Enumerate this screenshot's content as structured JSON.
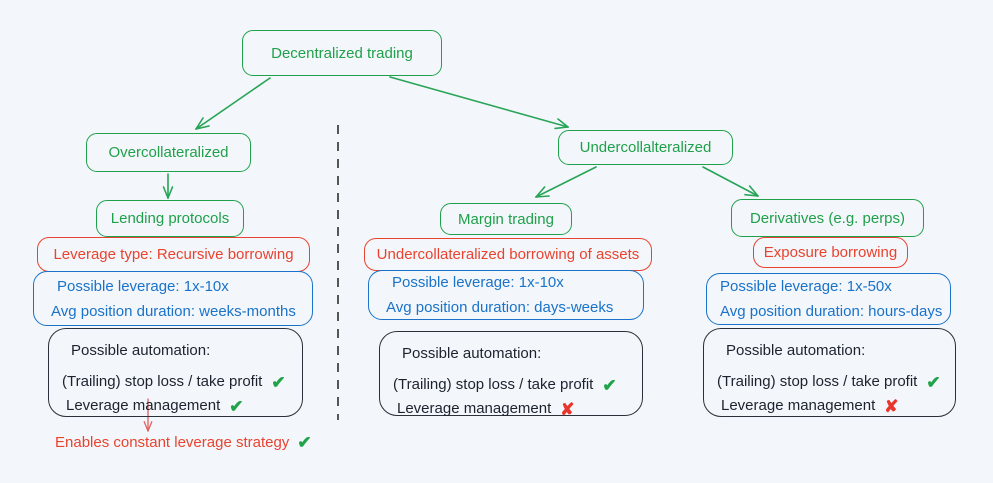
{
  "colors": {
    "green": "#20a04a",
    "red": "#e9432f",
    "blue": "#1a72c9",
    "ink": "#1d232e",
    "background": "#f3f7fb"
  },
  "glyphs": {
    "check": "✔",
    "cross": "✘"
  },
  "tree": {
    "root": {
      "label": "Decentralized trading"
    },
    "left_branch": {
      "category": {
        "label": "Overcollateralized"
      },
      "protocol": {
        "label": "Lending protocols"
      },
      "leverage_type": {
        "label": "Leverage type: Recursive borrowing"
      },
      "stats": {
        "leverage": "Possible leverage: 1x-10x",
        "duration": "Avg position duration: weeks-months"
      },
      "automation": {
        "title": "Possible automation:",
        "items": [
          {
            "label": "(Trailing) stop loss / take profit",
            "status": "check"
          },
          {
            "label": "Leverage management",
            "status": "check"
          }
        ]
      },
      "note": {
        "label": "Enables constant leverage strategy",
        "status": "check"
      }
    },
    "right_branch": {
      "category": {
        "label": "Undercollalteralized"
      },
      "margin": {
        "protocol": {
          "label": "Margin trading"
        },
        "leverage_type": {
          "label": "Undercollateralized borrowing of assets"
        },
        "stats": {
          "leverage": "Possible leverage: 1x-10x",
          "duration": "Avg position duration: days-weeks"
        },
        "automation": {
          "title": "Possible automation:",
          "items": [
            {
              "label": "(Trailing) stop loss / take profit",
              "status": "check"
            },
            {
              "label": "Leverage management",
              "status": "cross"
            }
          ]
        }
      },
      "derivatives": {
        "protocol": {
          "label": "Derivatives (e.g. perps)"
        },
        "leverage_type": {
          "label": "Exposure borrowing"
        },
        "stats": {
          "leverage": "Possible leverage: 1x-50x",
          "duration": "Avg position duration: hours-days"
        },
        "automation": {
          "title": "Possible automation:",
          "items": [
            {
              "label": "(Trailing) stop loss / take profit",
              "status": "check"
            },
            {
              "label": "Leverage management",
              "status": "cross"
            }
          ]
        }
      }
    }
  }
}
